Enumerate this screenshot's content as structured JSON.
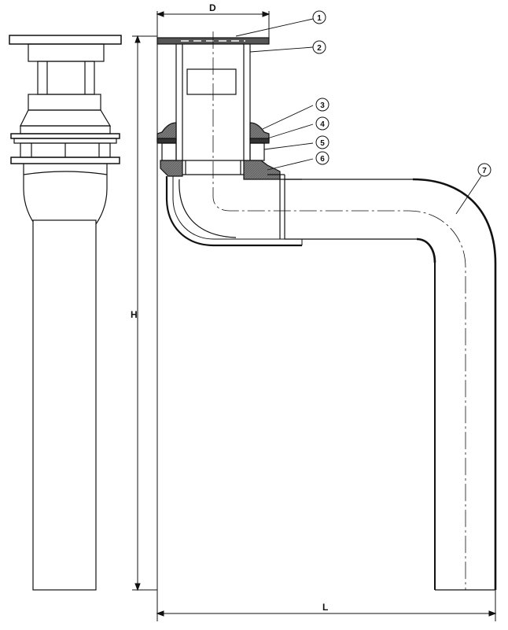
{
  "drawing": {
    "dimension_width_label": "D",
    "dimension_height_label": "H",
    "dimension_length_label": "L",
    "callouts": [
      "1",
      "2",
      "3",
      "4",
      "5",
      "6",
      "7"
    ]
  },
  "colors": {
    "line": "#111111",
    "section_fill": "#6e6e6e",
    "background": "#ffffff"
  }
}
